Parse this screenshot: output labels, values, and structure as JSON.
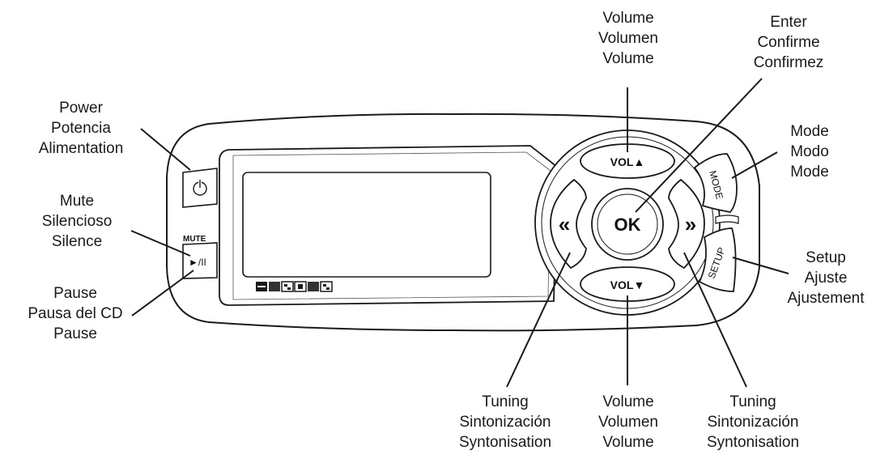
{
  "callouts": {
    "volume_up": [
      "Volume",
      "Volumen",
      "Volume"
    ],
    "enter": [
      "Enter",
      "Confirme",
      "Confirmez"
    ],
    "power": [
      "Power",
      "Potencia",
      "Alimentation"
    ],
    "mode": [
      "Mode",
      "Modo",
      "Mode"
    ],
    "mute": [
      "Mute",
      "Silencioso",
      "Silence"
    ],
    "pause": [
      "Pause",
      "Pausa del CD",
      "Pause"
    ],
    "setup": [
      "Setup",
      "Ajuste",
      "Ajustement"
    ],
    "tuning_left": [
      "Tuning",
      "Sintonización",
      "Syntonisation"
    ],
    "volume_down": [
      "Volume",
      "Volumen",
      "Volume"
    ],
    "tuning_right": [
      "Tuning",
      "Sintonización",
      "Syntonisation"
    ]
  },
  "device": {
    "mute_label": "MUTE",
    "play_pause_glyph": "►/II",
    "vol_up_label": "VOL▲",
    "vol_down_label": "VOL▼",
    "ok_label": "OK",
    "rewind_glyph": "«",
    "forward_glyph": "»",
    "mode_label": "MODE",
    "setup_label": "SETUP"
  }
}
